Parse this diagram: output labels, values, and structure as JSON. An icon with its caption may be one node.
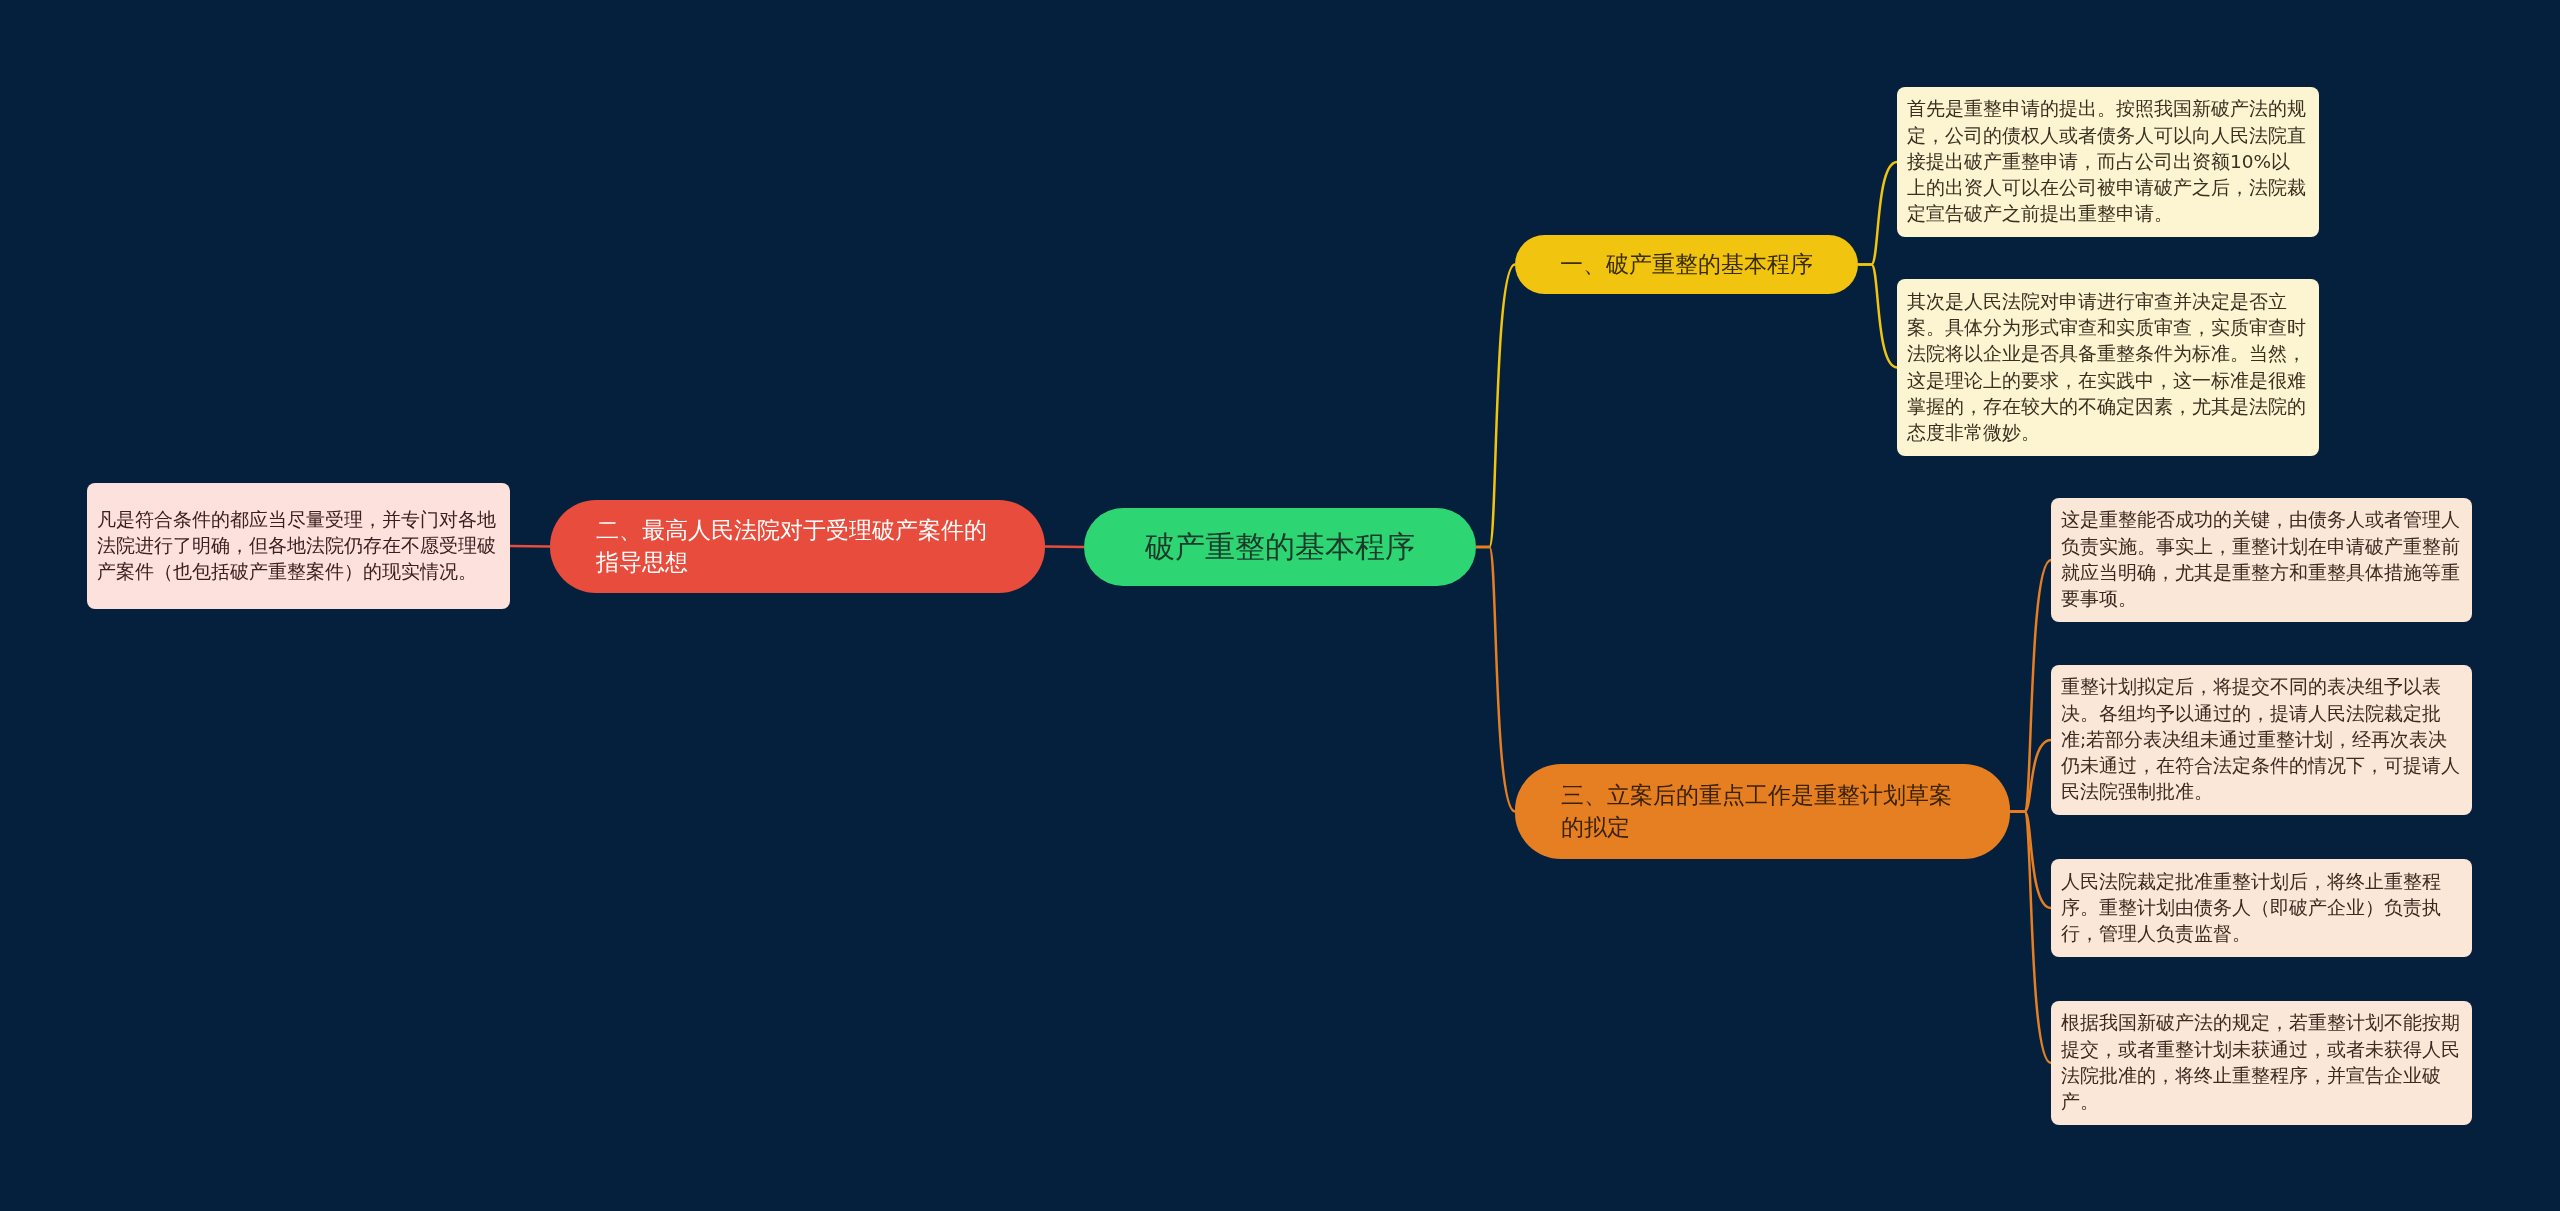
{
  "diagram": {
    "nodes": [
      {
        "text": [
          "破产重整的基本程序"
        ]
      },
      {
        "text": [
          "一、破产重整的基本程序"
        ]
      },
      {
        "text": [
          "首先是重整申请的提出。按照我国新破产法的规定，公司的债权人或者债务人可以向人民法院直接提出破产重整申请，而占公司出资额10%以上的出资人可以在公司被申请破产之后，法院裁定宣告破产之前提出重整申请。"
        ]
      },
      {
        "text": [
          "其次是人民法院对申请进行审查并决定是否立案。具体分为形式审查和实质审查，实质审查时法院将以企业是否具备重整条件为标准。当然，这是理论上的要求，在实践中，这一标准是很难掌握的，存在较大的不确定因素，尤其是法院的态度非常微妙。"
        ]
      },
      {
        "text": [
          "二、最高人民法院对于受理破产案件的指导思想"
        ]
      },
      {
        "text": [
          "凡是符合条件的都应当尽量受理，并专门对各地法院进行了明确，但各地法院仍存在不愿受理破产案件（也包括破产重整案件）的现实情况。"
        ]
      },
      {
        "text": [
          "三、立案后的重点工作是重整计划草案的拟定"
        ]
      },
      {
        "text": [
          "这是重整能否成功的关键，由债务人或者管理人负责实施。事实上，重整计划在申请破产重整前就应当明确，尤其是重整方和重整具体措施等重要事项。"
        ]
      },
      {
        "text": [
          "重整计划拟定后，将提交不同的表决组予以表决。各组均予以通过的，提请人民法院裁定批准;若部分表决组未通过重整计划，经再次表决仍未通过，在符合法定条件的情况下，可提请人民法院强制批准。"
        ]
      },
      {
        "text": [
          "人民法院裁定批准重整计划后，将终止重整程序。重整计划由债务人（即破产企业）负责执行，管理人负责监督。"
        ]
      },
      {
        "text": [
          "根据我国新破产法的规定，若重整计划不能按期提交，或者重整计划未获通过，或者未获得人民法院批准的，将终止重整程序，并宣告企业破产。"
        ]
      }
    ],
    "edges": [
      {
        "from": 0,
        "to": 1,
        "arrow": "none",
        "color": "#f1c40f"
      },
      {
        "from": 1,
        "to": 2,
        "arrow": "none",
        "color": "#f1c40f"
      },
      {
        "from": 1,
        "to": 3,
        "arrow": "none",
        "color": "#f1c40f"
      },
      {
        "from": 0,
        "to": 4,
        "arrow": "none",
        "color": "#e74c3c"
      },
      {
        "from": 4,
        "to": 5,
        "arrow": "none",
        "color": "#e74c3c"
      },
      {
        "from": 0,
        "to": 6,
        "arrow": "none",
        "color": "#e67e22"
      },
      {
        "from": 6,
        "to": 7,
        "arrow": "none",
        "color": "#e67e22"
      },
      {
        "from": 6,
        "to": 8,
        "arrow": "none",
        "color": "#e67e22"
      },
      {
        "from": 6,
        "to": 9,
        "arrow": "none",
        "color": "#e67e22"
      },
      {
        "from": 6,
        "to": 10,
        "arrow": "none",
        "color": "#e67e22"
      }
    ]
  }
}
